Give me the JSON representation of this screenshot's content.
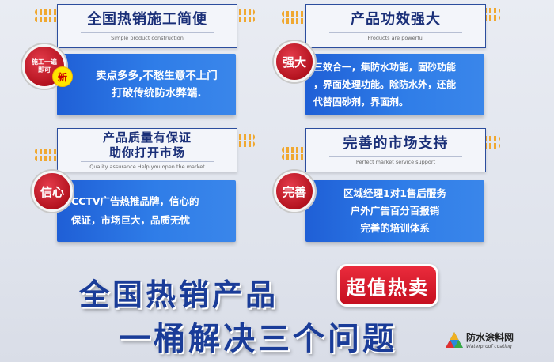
{
  "colors": {
    "title_border": "#2b4d9e",
    "title_text": "#1a2f78",
    "body_blue": "#2f7de8",
    "badge_red": "#c01a2b",
    "wave_gold": "#f0a830",
    "headline_blue": "#1a3c98"
  },
  "cards": [
    {
      "title": "全国热销施工简便",
      "subtitle": "Simple product construction",
      "badge": "施工一遍即可",
      "badge_extra": "新",
      "lines": [
        "卖点多多,不愁生意不上门",
        "打破传统防水弊端."
      ]
    },
    {
      "title": "产品功效强大",
      "subtitle": "Products are powerful",
      "badge": "强大",
      "lines": [
        "三效合一，集防水功能，固砂功能",
        "，界面处理功能。除防水外，还能",
        "代替固砂剂，界面剂。"
      ]
    },
    {
      "title_lines": [
        "产品质量有保证",
        "助你打开市场"
      ],
      "subtitle": "Quality assurance Help you open the market",
      "badge": "信心",
      "lines": [
        "CCTV广告热推品牌，信心的",
        "保证，市场巨大，品质无忧"
      ]
    },
    {
      "title": "完善的市场支持",
      "subtitle": "Perfect market service support",
      "badge": "完善",
      "lines": [
        "区域经理1对1售后服务",
        "户外广告百分百报销",
        "完善的培训体系"
      ]
    }
  ],
  "headline": {
    "line1": "全国热销产品",
    "line2": "一桶解决三个问题",
    "hot_badge": "超值热卖"
  },
  "logo": {
    "name": "防水涂料网",
    "sub": "Waterproof coating"
  }
}
